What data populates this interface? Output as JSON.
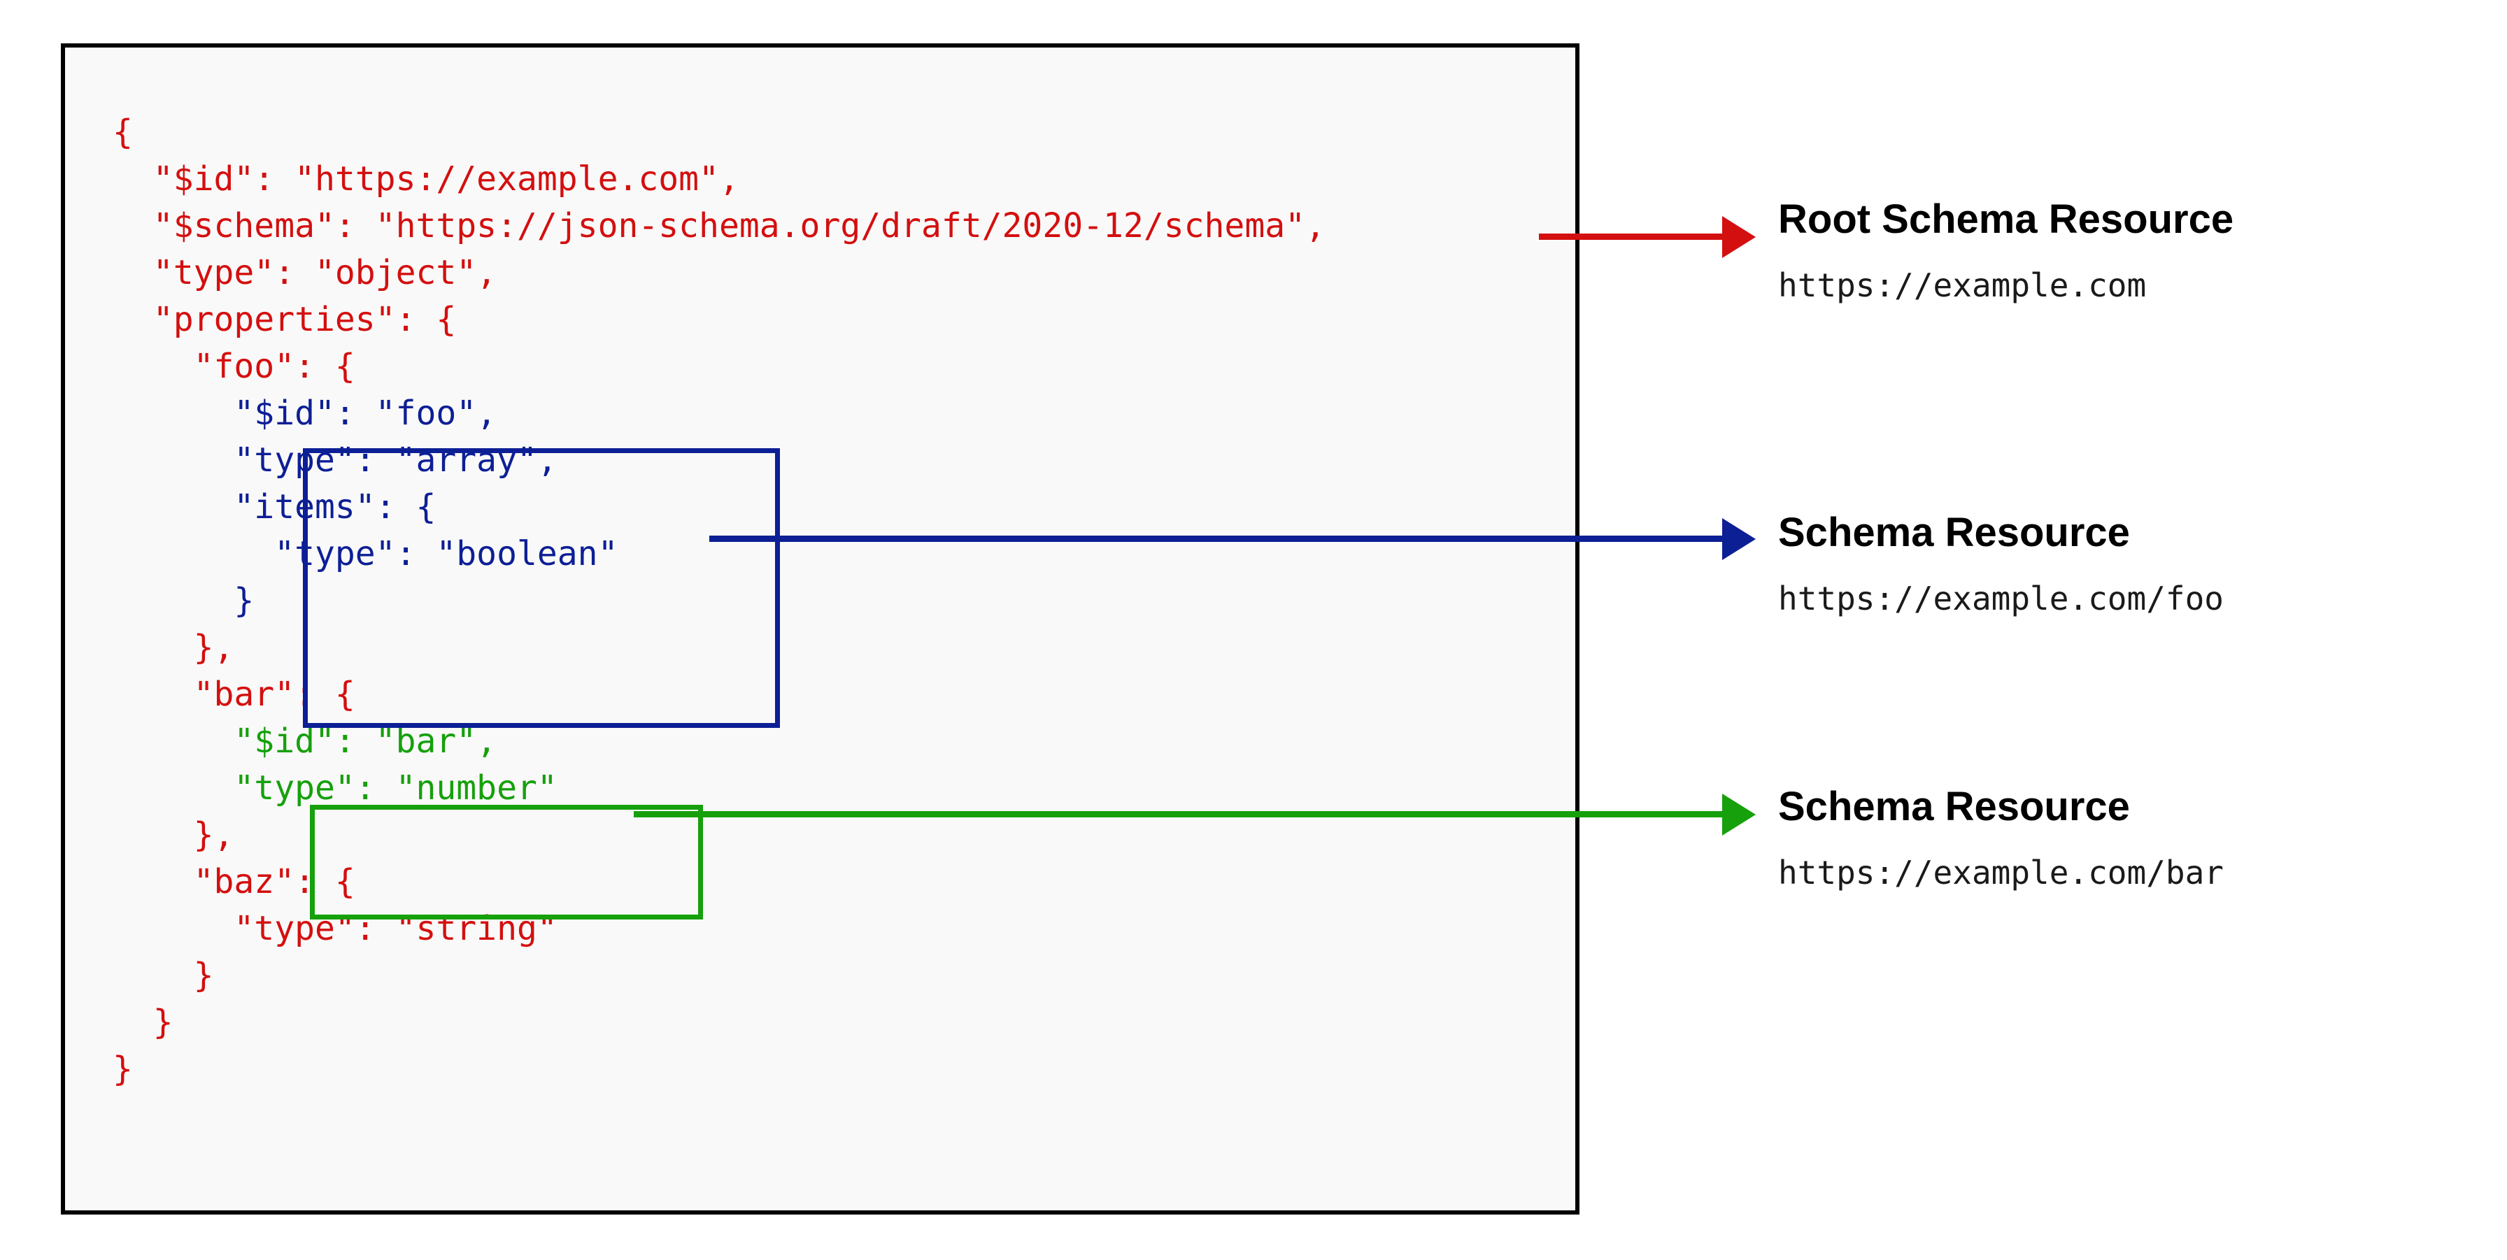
{
  "diagram": {
    "title": "JSON Schema resources and their identifiers",
    "colors": {
      "root_accent": "#d40f0f",
      "foo_accent": "#0d1f95",
      "bar_accent": "#16a00c",
      "panel_border": "#000000",
      "panel_background": "#f9f9f9"
    }
  },
  "code": {
    "lines": [
      {
        "text": "{",
        "color": "red"
      },
      {
        "text": "  \"$id\": \"https://example.com\",",
        "color": "red"
      },
      {
        "text": "  \"$schema\": \"https://json-schema.org/draft/2020-12/schema\",",
        "color": "red"
      },
      {
        "text": "  \"type\": \"object\",",
        "color": "red"
      },
      {
        "text": "  \"properties\": {",
        "color": "red"
      },
      {
        "text": "    \"foo\": {",
        "color": "red"
      },
      {
        "text": "      \"$id\": \"foo\",",
        "color": "blue"
      },
      {
        "text": "      \"type\": \"array\",",
        "color": "blue"
      },
      {
        "text": "      \"items\": {",
        "color": "blue"
      },
      {
        "text": "        \"type\": \"boolean\"",
        "color": "blue"
      },
      {
        "text": "      }",
        "color": "blue"
      },
      {
        "text": "    },",
        "color": "red"
      },
      {
        "text": "    \"bar\": {",
        "color": "red"
      },
      {
        "text": "      \"$id\": \"bar\",",
        "color": "green"
      },
      {
        "text": "      \"type\": \"number\"",
        "color": "green"
      },
      {
        "text": "    },",
        "color": "red"
      },
      {
        "text": "    \"baz\": {",
        "color": "red"
      },
      {
        "text": "      \"type\": \"string\"",
        "color": "red"
      },
      {
        "text": "    }",
        "color": "red"
      },
      {
        "text": "  }",
        "color": "red"
      },
      {
        "text": "}",
        "color": "red"
      }
    ]
  },
  "annotations": [
    {
      "key": "root",
      "title": "Root Schema Resource",
      "uri": "https://example.com",
      "color": "#d40f0f"
    },
    {
      "key": "foo",
      "title": "Schema Resource",
      "uri": "https://example.com/foo",
      "color": "#0d1f95"
    },
    {
      "key": "bar",
      "title": "Schema Resource",
      "uri": "https://example.com/bar",
      "color": "#16a00c"
    }
  ]
}
